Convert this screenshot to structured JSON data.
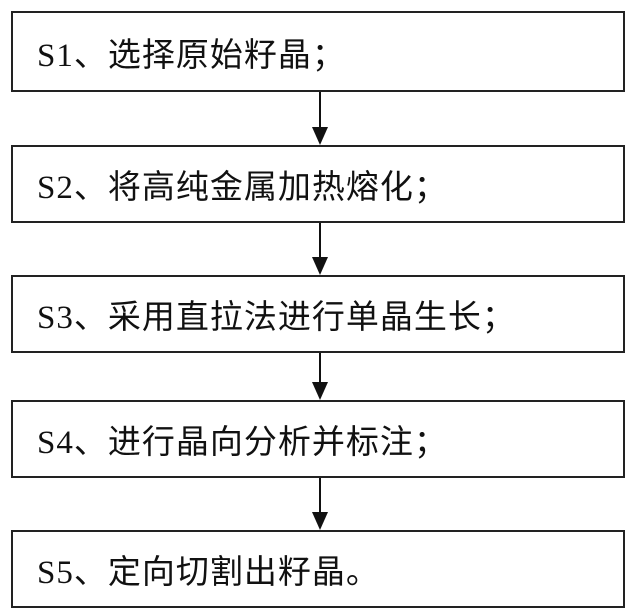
{
  "steps": [
    {
      "label": "S1、选择原始籽晶；"
    },
    {
      "label": "S2、将高纯金属加热熔化；"
    },
    {
      "label": "S3、采用直拉法进行单晶生长；"
    },
    {
      "label": "S4、进行晶向分析并标注；"
    },
    {
      "label": "S5、定向切割出籽晶。"
    }
  ]
}
